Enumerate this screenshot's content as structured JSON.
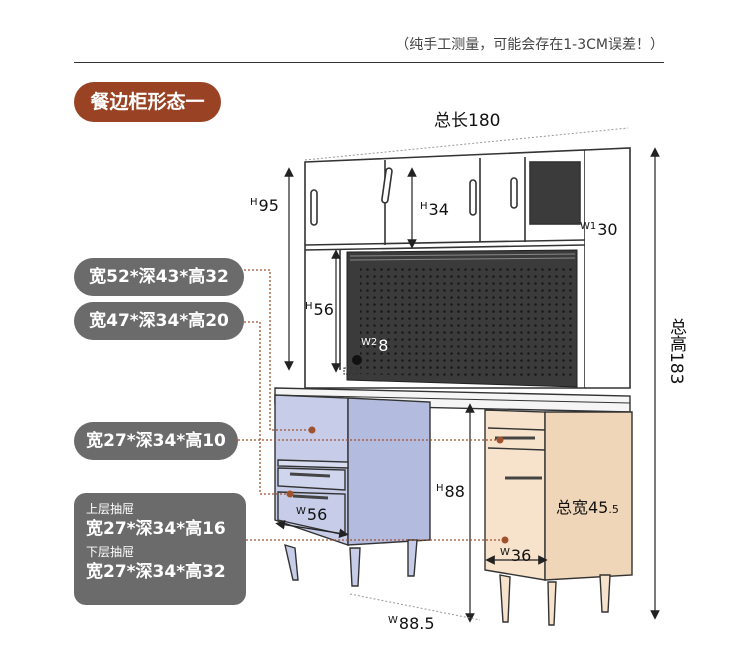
{
  "header": {
    "note": "（纯手工测量，可能会存在1-3CM误差！）",
    "style_title": "餐边柜形态一"
  },
  "callouts": {
    "upper_cabinet": "宽52*深43*高32",
    "mesh_cabinet": "宽47*深34*高20",
    "drawer_small": "宽27*深34*高10",
    "upper_drawer_caption": "上层抽屉",
    "upper_drawer_dim": "宽27*深34*高16",
    "lower_drawer_caption": "下层抽屉",
    "lower_drawer_dim": "宽27*深34*高32"
  },
  "dimensions": {
    "total_length": "总长180",
    "total_height": "总高183",
    "total_width_main": "总宽45",
    "total_width_decimal": ".5",
    "h95_prefix": "H",
    "h95_value": "95",
    "h34_prefix": "H",
    "h34_value": "34",
    "h56_prefix": "H",
    "h56_value": "56",
    "h88_prefix": "H",
    "h88_value": "88",
    "w1_prefix": "W1",
    "w1_value": "30",
    "w2_prefix": "W2",
    "w2_value": "8",
    "w56_prefix": "W",
    "w56_value": "56",
    "w36_prefix": "W",
    "w36_value": "36",
    "w885_prefix": "W",
    "w885_value": "88.5"
  },
  "colors": {
    "title_bg": "#9a4324",
    "callout_bg": "#6b6b6b",
    "left_cabinet": "#c7cde8",
    "right_cabinet": "#f7e3cc",
    "mesh_panel": "#3b3b3b",
    "dotted_leader": "#a0522d"
  }
}
